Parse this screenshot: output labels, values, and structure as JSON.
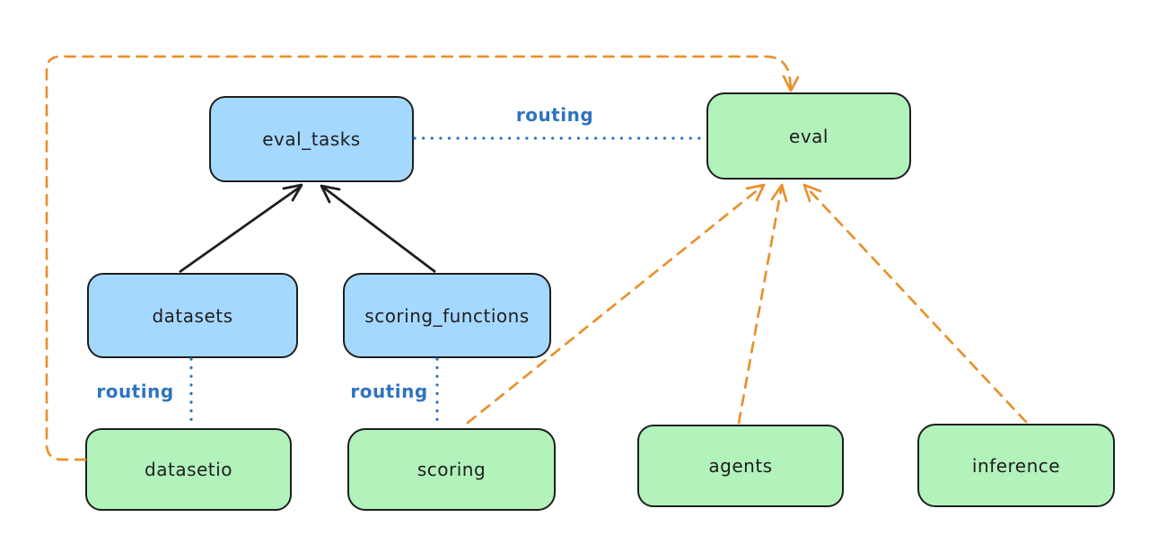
{
  "diagram": {
    "type": "architecture-graph",
    "nodes": [
      {
        "id": "eval_tasks",
        "label": "eval_tasks",
        "fill": "blue"
      },
      {
        "id": "eval",
        "label": "eval",
        "fill": "green"
      },
      {
        "id": "datasets",
        "label": "datasets",
        "fill": "blue"
      },
      {
        "id": "scoring_functions",
        "label": "scoring_functions",
        "fill": "blue"
      },
      {
        "id": "datasetio",
        "label": "datasetio",
        "fill": "green"
      },
      {
        "id": "scoring",
        "label": "scoring",
        "fill": "green"
      },
      {
        "id": "agents",
        "label": "agents",
        "fill": "green"
      },
      {
        "id": "inference",
        "label": "inference",
        "fill": "green"
      }
    ],
    "edges": [
      {
        "from": "datasets",
        "to": "eval_tasks",
        "style": "solid",
        "color": "black",
        "arrow": true,
        "label": ""
      },
      {
        "from": "scoring_functions",
        "to": "eval_tasks",
        "style": "solid",
        "color": "black",
        "arrow": true,
        "label": ""
      },
      {
        "from": "eval_tasks",
        "to": "eval",
        "style": "dotted",
        "color": "blue",
        "arrow": false,
        "label": "routing"
      },
      {
        "from": "datasets",
        "to": "datasetio",
        "style": "dotted",
        "color": "blue",
        "arrow": false,
        "label": "routing"
      },
      {
        "from": "scoring_functions",
        "to": "scoring",
        "style": "dotted",
        "color": "blue",
        "arrow": false,
        "label": "routing"
      },
      {
        "from": "datasetio",
        "to": "eval",
        "style": "dashed",
        "color": "orange",
        "arrow": true,
        "label": ""
      },
      {
        "from": "scoring",
        "to": "eval",
        "style": "dashed",
        "color": "orange",
        "arrow": true,
        "label": ""
      },
      {
        "from": "agents",
        "to": "eval",
        "style": "dashed",
        "color": "orange",
        "arrow": true,
        "label": ""
      },
      {
        "from": "inference",
        "to": "eval",
        "style": "dashed",
        "color": "orange",
        "arrow": true,
        "label": ""
      }
    ],
    "colors": {
      "background": "#ffffff",
      "blue_fill": "#a5d8ff",
      "green_fill": "#b2f2bb",
      "node_stroke": "#1e1e1e",
      "arrow_black": "#1e1e1e",
      "routing_blue": "#2f74c0",
      "orange": "#e8912d"
    }
  }
}
